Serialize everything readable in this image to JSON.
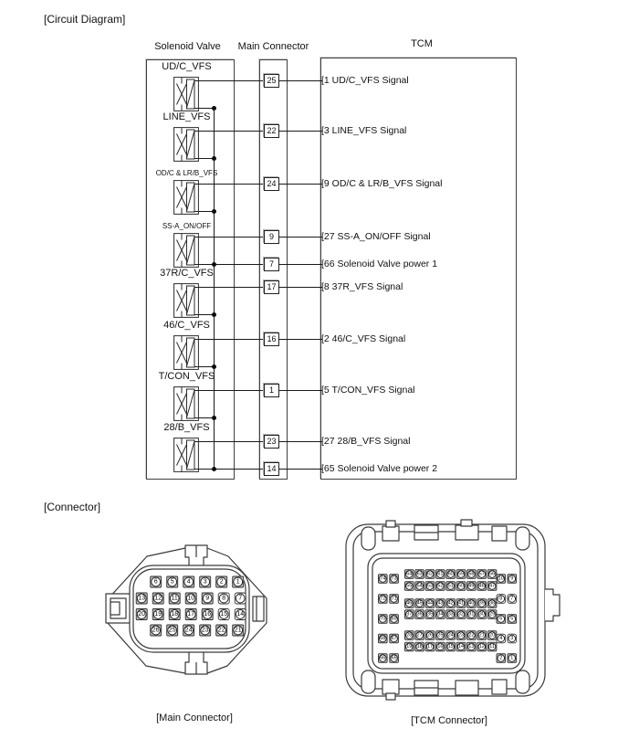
{
  "colors": {
    "line": "#1a1a1a",
    "box_border": "#3f3f3f",
    "pin_fill": "#bcbcbc",
    "text": "#111111",
    "bg": "#ffffff"
  },
  "circuit": {
    "title": "[Circuit Diagram]",
    "headers": {
      "solenoid_valve": "Solenoid Valve",
      "main_connector": "Main Connector",
      "tcm": "TCM"
    },
    "rows": [
      {
        "pin": "25",
        "signal": "[1 UD/C_VFS Signal"
      },
      {
        "pin": "22",
        "signal": "[3 LINE_VFS Signal"
      },
      {
        "pin": "24",
        "signal": "[9 OD/C & LR/B_VFS Signal"
      },
      {
        "pin": "9",
        "signal": "[27 SS-A_ON/OFF Signal"
      },
      {
        "pin": "7",
        "signal": "[66 Solenoid Valve power 1"
      },
      {
        "pin": "17",
        "signal": "[8 37R_VFS Signal"
      },
      {
        "pin": "16",
        "signal": "[2 46/C_VFS Signal"
      },
      {
        "pin": "1",
        "signal": "[5 T/CON_VFS Signal"
      },
      {
        "pin": "23",
        "signal": "[27 28/B_VFS Signal"
      },
      {
        "pin": "14",
        "signal": "[65 Solenoid Valve power 2"
      }
    ],
    "valves": [
      {
        "label": "UD/C_VFS"
      },
      {
        "label": "LINE_VFS"
      },
      {
        "label": "OD/C & LR/B_VFS"
      },
      {
        "label": "SS-A_ON/OFF"
      },
      {
        "label": "37R/C_VFS"
      },
      {
        "label": "46/C_VFS"
      },
      {
        "label": "T/CON_VFS"
      },
      {
        "label": "28/B_VFS"
      }
    ]
  },
  "connector": {
    "title": "[Connector]",
    "main": {
      "caption": "[Main Connector]",
      "pin_rows": [
        [
          6,
          5,
          4,
          3,
          2,
          1
        ],
        [
          13,
          12,
          11,
          10,
          9,
          8,
          7
        ],
        [
          20,
          19,
          18,
          17,
          16,
          15,
          14
        ],
        [
          26,
          25,
          24,
          23,
          22,
          21
        ]
      ],
      "plain_pins": [
        8,
        7,
        15,
        14
      ]
    },
    "tcm": {
      "caption": "[TCM Connector]",
      "left_pair_rows": [
        [
          74,
          73
        ],
        [
          72,
          71
        ],
        [
          70,
          69
        ],
        [
          68,
          67
        ],
        [
          66,
          65
        ]
      ],
      "right_pair_rows": [
        [
          10,
          9
        ],
        [
          8,
          7
        ],
        [
          6,
          5
        ],
        [
          4,
          3
        ],
        [
          2,
          1
        ]
      ],
      "center_rows": [
        [
          64,
          63,
          62,
          61,
          60,
          59,
          58,
          57,
          56
        ],
        [
          55,
          54,
          53,
          52,
          51,
          50,
          49,
          48,
          47
        ],
        [
          46,
          45,
          44,
          43,
          42,
          41,
          40,
          39,
          38
        ],
        [
          37,
          36,
          35,
          34,
          33,
          32,
          31,
          30,
          29
        ],
        [
          28,
          27,
          26,
          25,
          24,
          23,
          22,
          21,
          20
        ],
        [
          19,
          18,
          17,
          16,
          15,
          14,
          13,
          12,
          11
        ]
      ],
      "plain_pins": [
        8,
        7,
        4,
        3
      ]
    }
  }
}
